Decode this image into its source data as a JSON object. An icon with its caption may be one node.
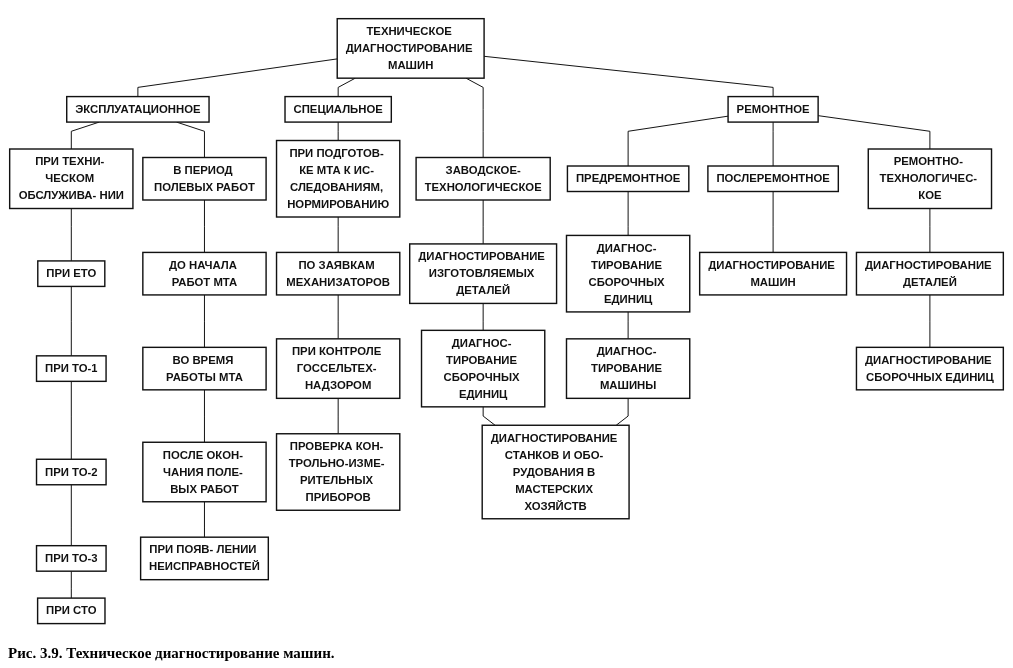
{
  "diagram": {
    "caption": "Рис. 3.9. Техническое диагностирование машин.",
    "nodes": [
      {
        "text": [
          "ТЕХНИЧЕСКОЕ ДИАГНОСТИРОВАНИЕ МАШИН"
        ]
      },
      {
        "text": [
          "ЗАВОДСКОЕ-ТЕХНОЛОГИЧЕСКОЕ"
        ]
      },
      {
        "text": [
          "РЕМОНТНОЕ"
        ]
      },
      {
        "text": [
          "ЭКСПЛУАТАЦИОННОЕ"
        ]
      },
      {
        "text": [
          "СПЕЦИАЛЬНОЕ"
        ]
      },
      {
        "text": [
          "ПРЕДРЕМОНТНОЕ"
        ]
      },
      {
        "text": [
          "ПОСЛЕРЕМОНТНОЕ"
        ]
      },
      {
        "text": [
          "В ПЕРИОД ПОЛЕВЫХ РАБОТ"
        ]
      },
      {
        "text": [
          "ПРИ ТЕХНИ- ЧЕСКОМ ОБСЛУЖИВА- НИИ"
        ]
      },
      {
        "text": [
          "ПРИ ПОДГОТОВ- КЕ МТА К ИС- СЛЕДОВАНИЯМ, НОРМИРОВАНИЮ"
        ]
      },
      {
        "text": [
          "ДИАГНОСТИРОВАНИЕ ИЗГОТОВЛЯЕМЫХ ДЕТАЛЕЙ"
        ]
      },
      {
        "text": [
          "РЕМОНТНО- ТЕХНОЛОГИЧЕС- КОЕ"
        ]
      },
      {
        "text": [
          "ДО НАЧАЛА РАБОТ МТА"
        ]
      },
      {
        "text": [
          "ПРИ ЕТО"
        ]
      },
      {
        "text": [
          "ПО ЗАЯВКАМ МЕХАНИЗАТОРОВ"
        ]
      },
      {
        "text": [
          "ДИАГНОС- ТИРОВАНИЕ СБОРОЧНЫХ ЕДИНИЦ"
        ]
      },
      {
        "text": [
          "ДИАГНОС- ТИРОВАНИЕ СБОРОЧНЫХ ЕДИНИЦ"
        ]
      },
      {
        "text": [
          "ДИАГНОСТИРОВАНИЕ МАШИН"
        ]
      },
      {
        "text": [
          "ВО ВРЕМЯ РАБОТЫ МТА"
        ]
      },
      {
        "text": [
          "ПРИ ТО-1"
        ]
      },
      {
        "text": [
          "ПРИ КОНТРОЛЕ ГОССЕЛЬТЕХ- НАДЗОРОМ"
        ]
      },
      {
        "text": [
          "ДИАГНОС- ТИРОВАНИЕ МАШИНЫ"
        ]
      },
      {
        "text": [
          "ДИАГНОСТИРОВАНИЕ ДЕТАЛЕЙ"
        ]
      },
      {
        "text": [
          "ПОСЛЕ ОКОН- ЧАНИЯ ПОЛЕ- ВЫХ РАБОТ"
        ]
      },
      {
        "text": [
          "ПРИ ТО-2"
        ]
      },
      {
        "text": [
          "ПРОВЕРКА КОН- ТРОЛЬНО-ИЗМЕ- РИТЕЛЬНЫХ ПРИБОРОВ"
        ]
      },
      {
        "text": [
          "ПРИ ТО-3"
        ]
      },
      {
        "text": [
          "ДИАГНОСТИРОВАНИЕ СТАНКОВ И ОБО- РУДОВАНИЯ В МАСТЕРСКИХ ХОЗЯЙСТВ"
        ]
      },
      {
        "text": [
          "ДИАГНОСТИРОВАНИЕ СБОРОЧНЫХ ЕДИНИЦ"
        ]
      },
      {
        "text": [
          "ПРИ ПОЯВ- ЛЕНИИ НЕИСПРАВНОСТЕЙ"
        ]
      },
      {
        "text": [
          "ПРИ СТО"
        ]
      }
    ],
    "edges": [
      {
        "from": 0,
        "to": 1,
        "arrow": "none"
      },
      {
        "from": 0,
        "to": 2,
        "arrow": "none"
      },
      {
        "from": 0,
        "to": 3,
        "arrow": "none"
      },
      {
        "from": 0,
        "to": 4,
        "arrow": "none"
      },
      {
        "from": 2,
        "to": 5,
        "arrow": "none"
      },
      {
        "from": 2,
        "to": 6,
        "arrow": "none"
      },
      {
        "from": 2,
        "to": 11,
        "arrow": "none"
      },
      {
        "from": 3,
        "to": 7,
        "arrow": "none"
      },
      {
        "from": 3,
        "to": 8,
        "arrow": "none"
      },
      {
        "from": 4,
        "to": 9,
        "arrow": "none"
      },
      {
        "from": 1,
        "to": 10,
        "arrow": "none"
      },
      {
        "from": 10,
        "to": 15,
        "arrow": "none"
      },
      {
        "from": 15,
        "to": 27,
        "arrow": "none"
      },
      {
        "from": 5,
        "to": 16,
        "arrow": "none"
      },
      {
        "from": 16,
        "to": 21,
        "arrow": "none"
      },
      {
        "from": 21,
        "to": 27,
        "arrow": "none"
      },
      {
        "from": 6,
        "to": 17,
        "arrow": "none"
      },
      {
        "from": 11,
        "to": 22,
        "arrow": "none"
      },
      {
        "from": 22,
        "to": 28,
        "arrow": "none"
      },
      {
        "from": 7,
        "to": 12,
        "arrow": "none"
      },
      {
        "from": 12,
        "to": 18,
        "arrow": "none"
      },
      {
        "from": 18,
        "to": 23,
        "arrow": "none"
      },
      {
        "from": 23,
        "to": 29,
        "arrow": "none"
      },
      {
        "from": 8,
        "to": 13,
        "arrow": "none"
      },
      {
        "from": 13,
        "to": 19,
        "arrow": "none"
      },
      {
        "from": 19,
        "to": 24,
        "arrow": "none"
      },
      {
        "from": 24,
        "to": 26,
        "arrow": "none"
      },
      {
        "from": 26,
        "to": 30,
        "arrow": "none"
      },
      {
        "from": 9,
        "to": 14,
        "arrow": "none"
      },
      {
        "from": 14,
        "to": 20,
        "arrow": "none"
      },
      {
        "from": 20,
        "to": 25,
        "arrow": "none"
      }
    ]
  }
}
